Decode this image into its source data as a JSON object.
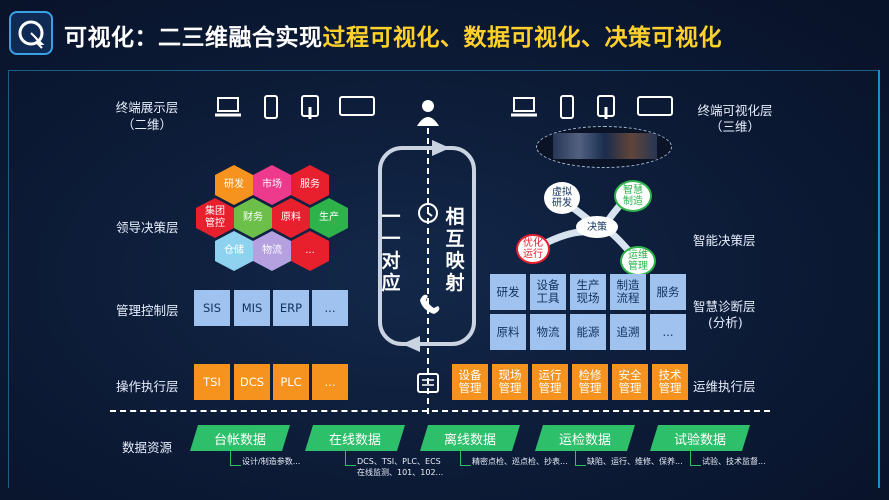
{
  "header": {
    "title_white": "可视化：二三维融合实现",
    "title_yellow": "过程可视化、数据可视化、决策可视化"
  },
  "left_layers": {
    "terminal_display": "终端展示层",
    "terminal_display_sub": "（二维）",
    "leadership": "领导决策层",
    "management": "管理控制层",
    "operation": "操作执行层"
  },
  "right_layers": {
    "terminal_visual": "终端可视化层",
    "terminal_visual_sub": "（三维）",
    "smart_decision": "智能决策层",
    "smart_diagnosis": "智慧诊断层",
    "smart_diagnosis_sub": "(分析)",
    "ops_execution": "运维执行层"
  },
  "hexagons": [
    {
      "label": "研发",
      "color": "#f6921e"
    },
    {
      "label": "市场",
      "color": "#ee3a8c"
    },
    {
      "label": "服务",
      "color": "#e8202e"
    },
    {
      "label": "集团\n管控",
      "color": "#e8202e"
    },
    {
      "label": "财务",
      "color": "#6cc04a"
    },
    {
      "label": "原料",
      "color": "#e8202e"
    },
    {
      "label": "生产",
      "color": "#2db34a"
    },
    {
      "label": "仓储",
      "color": "#8fd2f0"
    },
    {
      "label": "物流",
      "color": "#b5a0e0"
    },
    {
      "label": "...",
      "color": "#e8202e"
    }
  ],
  "management_systems": [
    "SIS",
    "MIS",
    "ERP",
    "..."
  ],
  "operation_systems": [
    "TSI",
    "DCS",
    "PLC",
    "..."
  ],
  "center": {
    "one_to_one": "一一对应",
    "mutual_mapping": "相互映射"
  },
  "decision_bubbles": {
    "virtual_rd": "虚拟\n研发",
    "smart_manufacturing": "智慧\n制造",
    "decision": "决策",
    "optimize_ops": "优化\n运行",
    "om_management": "运维\n管理"
  },
  "diagnosis_row1": [
    "研发",
    "设备\n工具",
    "生产\n现场",
    "制造\n流程",
    "服务"
  ],
  "diagnosis_row2": [
    "原料",
    "物流",
    "能源",
    "追溯",
    "..."
  ],
  "ops_boxes": [
    "设备\n管理",
    "现场\n管理",
    "运行\n管理",
    "检修\n管理",
    "安全\n管理",
    "技术\n管理"
  ],
  "data_resources": {
    "label": "数据资源",
    "items": [
      "台帐数据",
      "在线数据",
      "离线数据",
      "运检数据",
      "试验数据"
    ],
    "notes": [
      "设计/制造参数...",
      "DCS、TSI、PLC、ECS\n在线监测、101、102...",
      "精密点检、巡点检、抄表...",
      "缺陷、运行、维修、保养...",
      "试验、技术监督..."
    ]
  },
  "colors": {
    "background": "#0c1a35",
    "title_yellow": "#ffd12a",
    "blue_box": "#9fc3ee",
    "orange_box": "#f6921e",
    "green_btn": "#2dbf6a"
  }
}
